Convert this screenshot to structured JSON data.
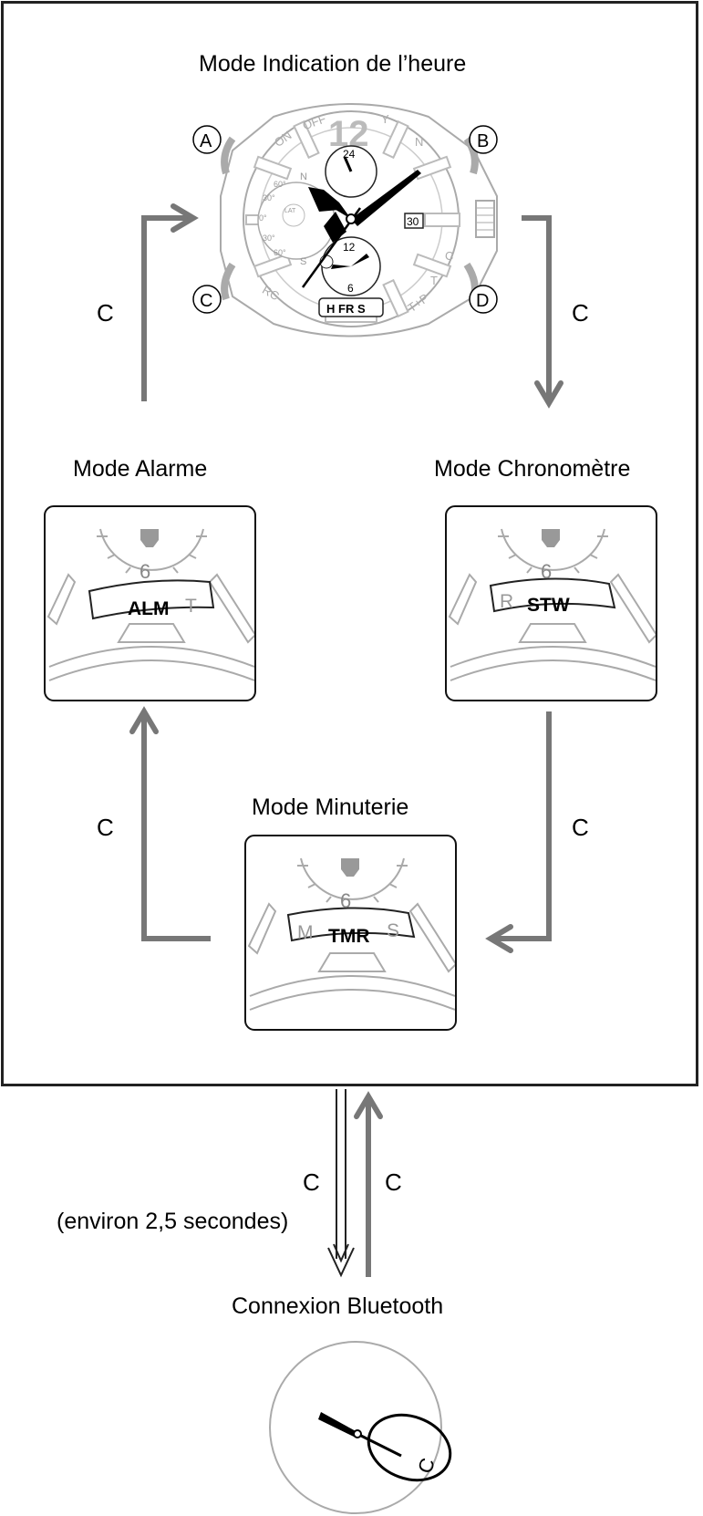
{
  "titles": {
    "timekeeping": "Mode Indication de l’heure",
    "alarm": "Mode Alarme",
    "stopwatch": "Mode Chronomètre",
    "timer": "Mode Minuterie",
    "bluetooth": "Connexion Bluetooth"
  },
  "button_c": "C",
  "hold_note": "(environ 2,5 secondes)",
  "watch": {
    "buttons": [
      "A",
      "B",
      "C",
      "D"
    ],
    "hour_12": "12",
    "bezel_on": "ON",
    "bezel_off": "OFF",
    "bezel_y": "Y",
    "bezel_n": "N",
    "bezel_rc": "RC",
    "bezel_tp": "T+P",
    "bezel_t": "T",
    "bezel_c": "C",
    "date": "30",
    "subdial_24": "24",
    "subdial_12": "12",
    "subdial_6": "6",
    "mode_window": "H  FR  S",
    "lat_label": "LAT",
    "deg_60": "60°",
    "deg_30": "30°",
    "deg_0": "0°",
    "deg_30b": "30°",
    "deg_60b": "60°",
    "compass_n": "N",
    "compass_s": "S"
  },
  "panels": {
    "alarm": {
      "six": "6",
      "main": "ALM",
      "side": "T"
    },
    "stopwatch": {
      "six": "6",
      "side": "R",
      "main": "STW"
    },
    "timer": {
      "six": "6",
      "left": "M",
      "main": "TMR",
      "right": "S"
    }
  },
  "bluetooth_dial_label": "C"
}
